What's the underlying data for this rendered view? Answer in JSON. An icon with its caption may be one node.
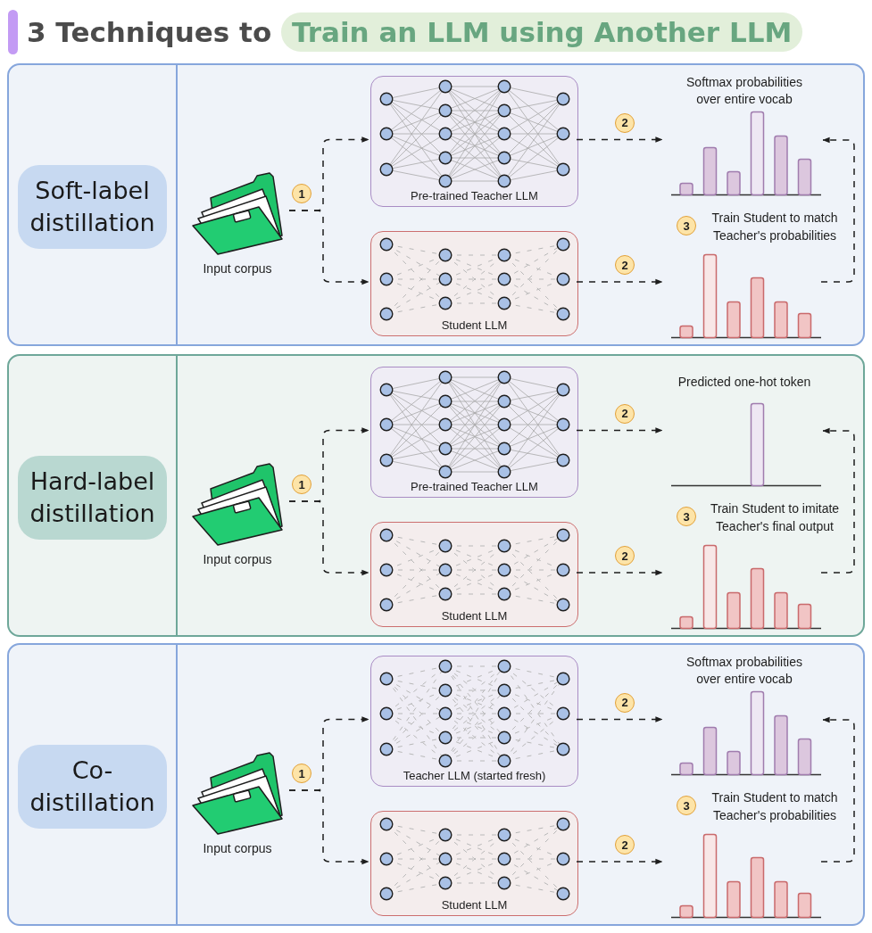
{
  "diagram": {
    "title": "3 Techniques to **Train an LLM using Another LLM**",
    "nodes": [
      {
        "text": [],
        "shape": "box"
      },
      {
        "text": [
          "Soft-label distillation"
        ],
        "in": 0
      },
      {
        "text": [
          "Input corpus"
        ],
        "in": 0
      },
      {
        "text": [
          "Pre-trained Teacher LLM"
        ],
        "in": 0
      },
      {
        "text": [
          "Softmax probabilities over entire vocab"
        ],
        "in": 0
      },
      {
        "text": [
          "Student LLM"
        ],
        "in": 0
      },
      {
        "text": [],
        "shape": "chart",
        "in": 0
      },
      {
        "text": [],
        "shape": "box"
      },
      {
        "text": [
          "Hard-label distillation"
        ],
        "in": 7
      },
      {
        "text": [
          "Input corpus"
        ],
        "in": 7
      },
      {
        "text": [
          "Pre-trained Teacher LLM"
        ],
        "in": 7
      },
      {
        "text": [
          "Predicted one-hot token"
        ],
        "in": 7
      },
      {
        "text": [
          "Student LLM"
        ],
        "in": 7
      },
      {
        "text": [],
        "shape": "chart",
        "in": 7
      },
      {
        "text": [],
        "shape": "box"
      },
      {
        "text": [
          "Co-distillation"
        ],
        "in": 14
      },
      {
        "text": [
          "Input corpus"
        ],
        "in": 14
      },
      {
        "text": [
          "Teacher LLM (started fresh)"
        ],
        "in": 14
      },
      {
        "text": [
          "Softmax probabilities over entire vocab"
        ],
        "in": 14
      },
      {
        "text": [
          "Student LLM"
        ],
        "in": 14
      },
      {
        "text": [],
        "shape": "chart",
        "in": 14
      }
    ],
    "edges": [
      {
        "from": 2,
        "to": 3,
        "arrow": "to",
        "style": "dashed"
      },
      {
        "from": 2,
        "to": 5,
        "arrow": "to",
        "style": "dashed"
      },
      {
        "from": 3,
        "to": 4,
        "arrow": "to",
        "style": "dashed",
        "label": "2"
      },
      {
        "from": 5,
        "to": 6,
        "arrow": "to",
        "style": "dashed",
        "label": "2"
      },
      {
        "from": 6,
        "to": 4,
        "arrow": "to",
        "style": "dashed",
        "label": "Train Student to match Teacher's probabilities"
      },
      {
        "from": 9,
        "to": 10,
        "arrow": "to",
        "style": "dashed"
      },
      {
        "from": 9,
        "to": 12,
        "arrow": "to",
        "style": "dashed"
      },
      {
        "from": 10,
        "to": 11,
        "arrow": "to",
        "style": "dashed",
        "label": "2"
      },
      {
        "from": 12,
        "to": 13,
        "arrow": "to",
        "style": "dashed",
        "label": "2"
      },
      {
        "from": 13,
        "to": 11,
        "arrow": "to",
        "style": "dashed",
        "label": "Train Student to imitate Teacher's final output"
      },
      {
        "from": 16,
        "to": 17,
        "arrow": "to",
        "style": "dashed"
      },
      {
        "from": 16,
        "to": 19,
        "arrow": "to",
        "style": "dashed"
      },
      {
        "from": 17,
        "to": 18,
        "arrow": "to",
        "style": "dashed",
        "label": "2"
      },
      {
        "from": 19,
        "to": 20,
        "arrow": "to",
        "style": "dashed",
        "label": "2"
      },
      {
        "from": 20,
        "to": 18,
        "arrow": "to",
        "style": "dashed",
        "label": "Train Student to match Teacher's probabilities"
      }
    ],
    "labels": [
      "1",
      "3",
      "1",
      "3",
      "1",
      "3"
    ]
  }
}
